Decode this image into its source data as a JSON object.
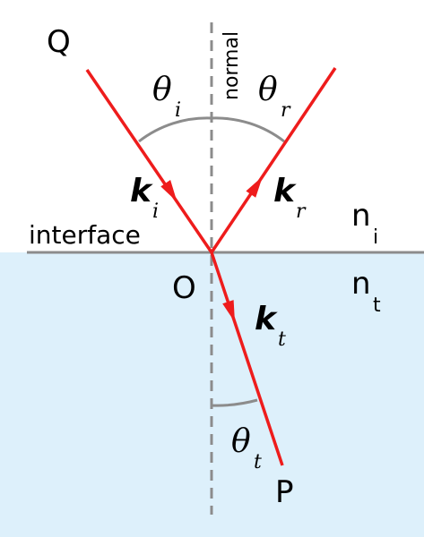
{
  "colors": {
    "medium_t_fill": "#ddf0fb",
    "ray": "#ee1c1c",
    "interface_line": "#8c8c8c",
    "normal_line": "#8c8c8c",
    "arc": "#8c8c8c"
  },
  "labels": {
    "point_q": "Q",
    "point_o": "O",
    "point_p": "P",
    "normal": "normal",
    "interface": "interface",
    "n_i": {
      "main": "n",
      "sub": "i"
    },
    "n_t": {
      "main": "n",
      "sub": "t"
    },
    "theta_i": {
      "main": "θ",
      "sub": "i"
    },
    "theta_r": {
      "main": "θ",
      "sub": "r"
    },
    "theta_t": {
      "main": "θ",
      "sub": "t"
    },
    "k_i": {
      "main": "k",
      "sub": "i"
    },
    "k_r": {
      "main": "k",
      "sub": "r"
    },
    "k_t": {
      "main": "k",
      "sub": "t"
    }
  }
}
